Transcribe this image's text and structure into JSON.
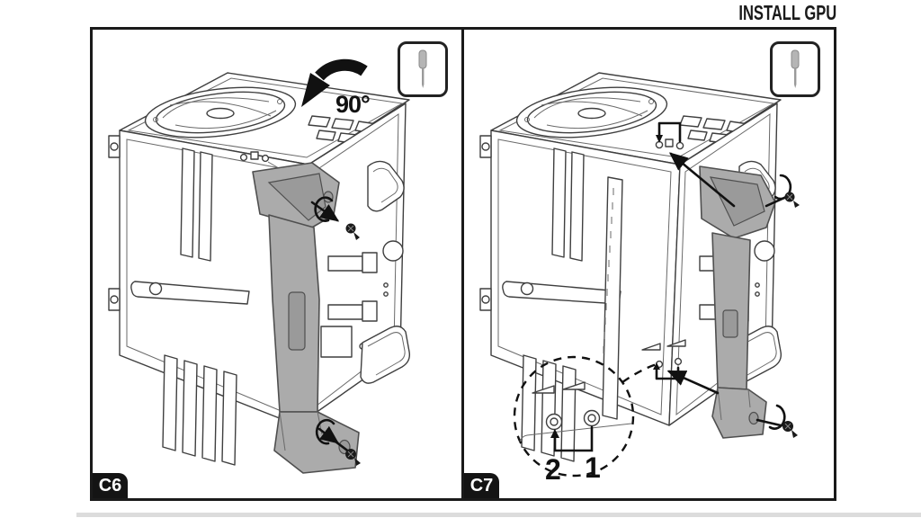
{
  "header": {
    "title": "INSTALL GPU"
  },
  "colors": {
    "line": "#3f3f3f",
    "annotation": "#111111",
    "bracket_fill": "#ababab",
    "badge_bg": "#141414",
    "badge_text": "#ffffff",
    "tool_gray": "#b5b5b5",
    "page_bg": "#ffffff",
    "footer_strip": "#dcdcdc"
  },
  "icons": {
    "tool": "screwdriver-icon",
    "rotate": "rotate-ccw-arrow-icon",
    "screw": "screw-icon",
    "turn": "turn-screw-arrow-icon"
  },
  "panels": {
    "c6": {
      "badge": "C6",
      "rotation_label": "90°"
    },
    "c7": {
      "badge": "C7",
      "detail_circle": {
        "step_left": "2",
        "step_right": "1"
      }
    }
  }
}
